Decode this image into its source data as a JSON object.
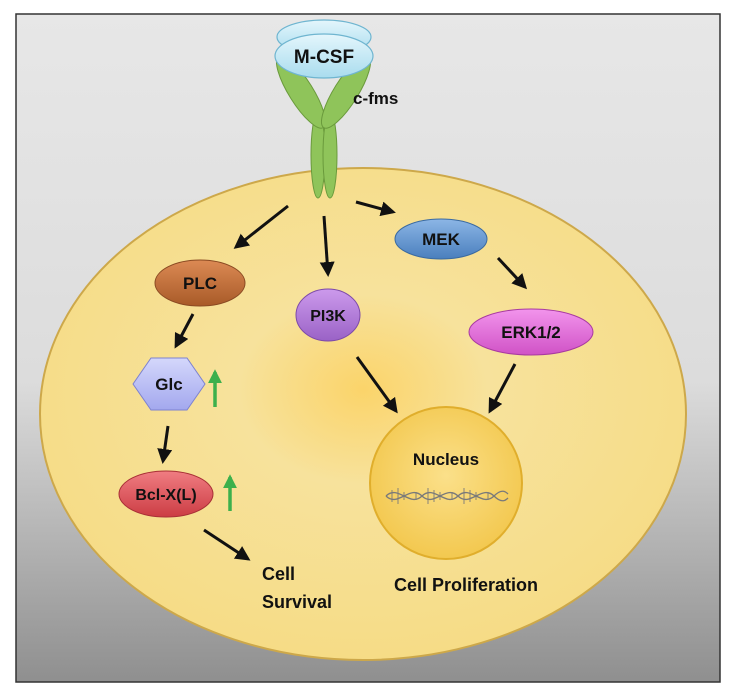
{
  "ligand": {
    "label": "M-CSF"
  },
  "receptor": {
    "label": "c-fms"
  },
  "nodes": {
    "plc": "PLC",
    "pi3k": "PI3K",
    "mek": "MEK",
    "erk": "ERK1/2",
    "glc": "Glc",
    "bcl": "Bcl-X(L)",
    "nucleus": "Nucleus"
  },
  "outcomes": {
    "survival_line1": "Cell",
    "survival_line2": "Survival",
    "proliferation": "Cell Proliferation"
  },
  "colors": {
    "cell_fill": "#f8dc86",
    "receptor": "#8fc45a",
    "ligand": "#bfe6f3",
    "plc": "#c0703a",
    "pi3k": "#b27ad8",
    "mek": "#5e93cd",
    "erk": "#e86be0",
    "glc": "#b9bdf6",
    "bcl": "#e2545b",
    "nucleus": "#f4cf55",
    "up_arrow": "#3cb04c"
  }
}
